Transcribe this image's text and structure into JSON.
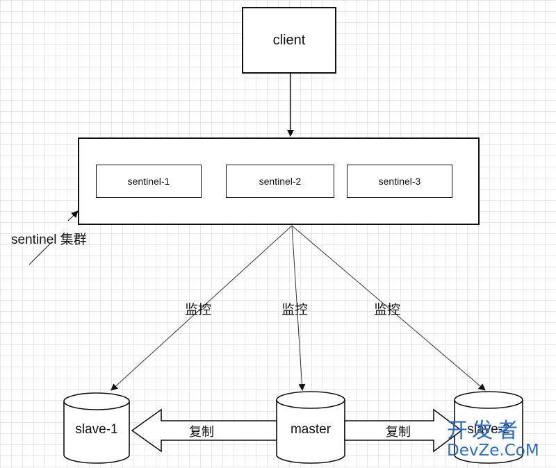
{
  "client": {
    "label": "client"
  },
  "cluster": {
    "label": "sentinel 集群",
    "sentinels": [
      "sentinel-1",
      "sentinel-2",
      "sentinel-3"
    ]
  },
  "monitor_labels": [
    "监控",
    "监控",
    "监控"
  ],
  "nodes": {
    "slave1": "slave-1",
    "master": "master",
    "slave2": "slave-2"
  },
  "replication_labels": [
    "复制",
    "复制"
  ],
  "watermark": {
    "cn": "开发者",
    "en": "DevZe.CoM"
  },
  "colors": {
    "stroke": "#111111",
    "grid": "#e6e6e6",
    "watermark": "#2b6bc4"
  }
}
